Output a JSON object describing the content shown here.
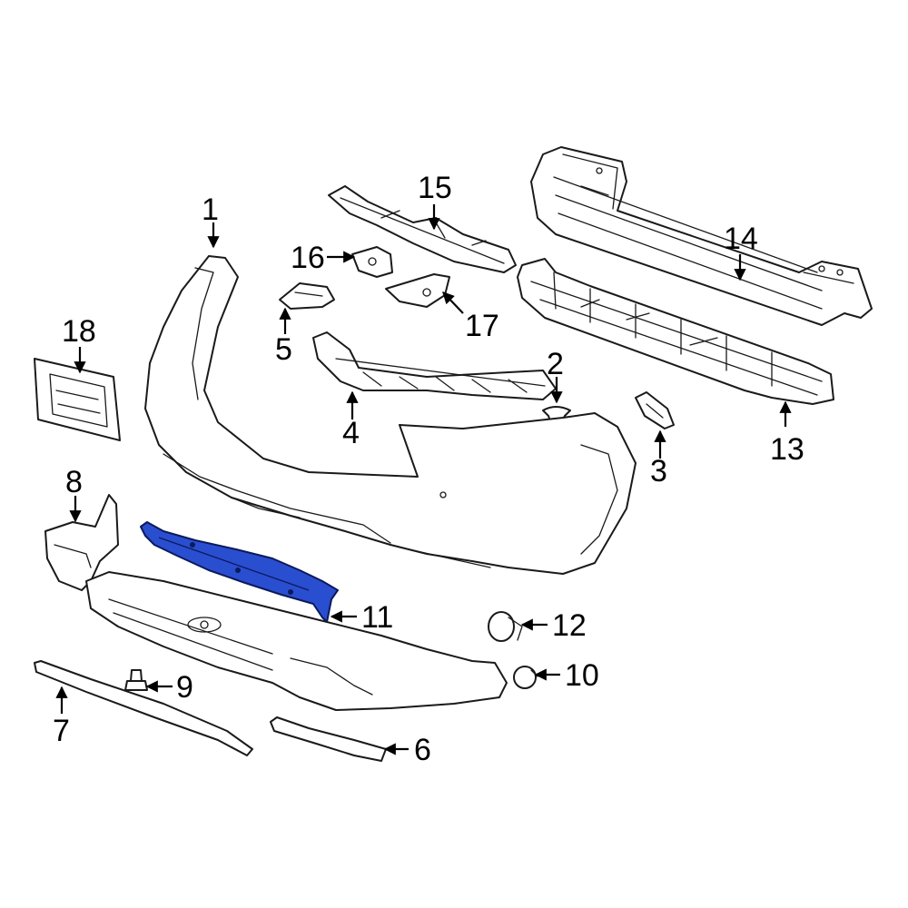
{
  "colors": {
    "line": "#1a1a1a",
    "highlight_fill": "#2a4ed0",
    "highlight_stroke": "#0b1a5c",
    "background": "#ffffff"
  },
  "highlighted_part": "11",
  "callouts": [
    {
      "id": "c1",
      "label": "1"
    },
    {
      "id": "c2",
      "label": "2"
    },
    {
      "id": "c3",
      "label": "3"
    },
    {
      "id": "c4",
      "label": "4"
    },
    {
      "id": "c5",
      "label": "5"
    },
    {
      "id": "c6",
      "label": "6"
    },
    {
      "id": "c7",
      "label": "7"
    },
    {
      "id": "c8",
      "label": "8"
    },
    {
      "id": "c9",
      "label": "9"
    },
    {
      "id": "c10",
      "label": "10"
    },
    {
      "id": "c11",
      "label": "11"
    },
    {
      "id": "c12",
      "label": "12"
    },
    {
      "id": "c13",
      "label": "13"
    },
    {
      "id": "c14",
      "label": "14"
    },
    {
      "id": "c15",
      "label": "15"
    },
    {
      "id": "c16",
      "label": "16"
    },
    {
      "id": "c17",
      "label": "17"
    },
    {
      "id": "c18",
      "label": "18"
    }
  ]
}
